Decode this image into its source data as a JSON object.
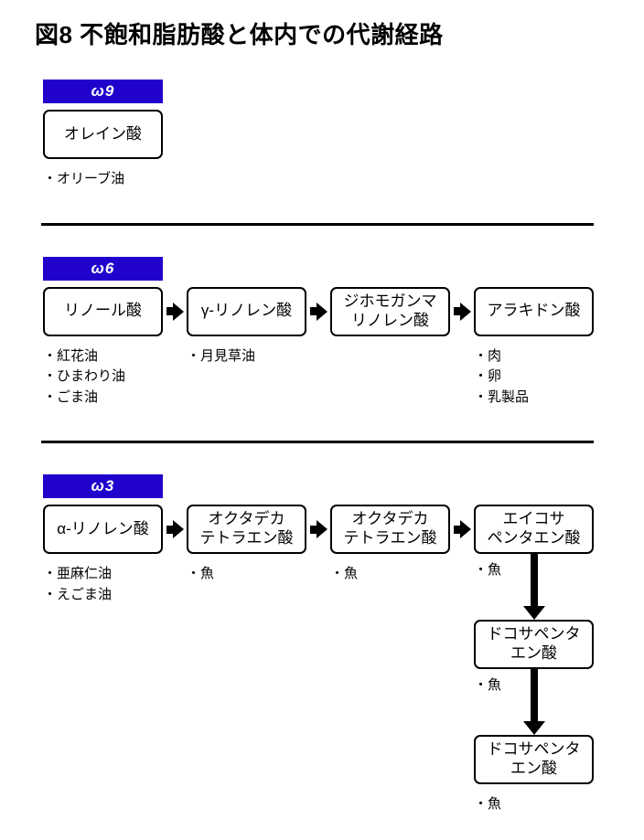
{
  "title": "図8 不飽和脂肪酸と体内での代謝経路",
  "colors": {
    "badge_background": "#2002CC",
    "badge_text": "#FFFFFF",
    "box_border": "#000000",
    "page_background": "#FFFFFF"
  },
  "icons": {
    "arrow_right": "▶",
    "arrow_down": "▼"
  },
  "sections": {
    "omega9": {
      "badge": "ω9",
      "boxes": [
        {
          "lines": [
            "オレイン酸"
          ],
          "sources": [
            "・オリーブ油"
          ]
        }
      ]
    },
    "omega6": {
      "badge": "ω6",
      "boxes": [
        {
          "lines": [
            "リノール酸"
          ],
          "sources": [
            "・紅花油",
            "・ひまわり油",
            "・ごま油"
          ]
        },
        {
          "lines": [
            "γ-リノレン酸"
          ],
          "sources": [
            "・月見草油"
          ]
        },
        {
          "lines": [
            "ジホモガンマ",
            "リノレン酸"
          ],
          "sources": []
        },
        {
          "lines": [
            "アラキドン酸"
          ],
          "sources": [
            "・肉",
            "・卵",
            "・乳製品"
          ]
        }
      ]
    },
    "omega3": {
      "badge": "ω3",
      "boxes": [
        {
          "lines": [
            "α-リノレン酸"
          ],
          "sources": [
            "・亜麻仁油",
            "・えごま油"
          ]
        },
        {
          "lines": [
            "オクタデカ",
            "テトラエン酸"
          ],
          "sources": [
            "・魚"
          ]
        },
        {
          "lines": [
            "オクタデカ",
            "テトラエン酸"
          ],
          "sources": [
            "・魚"
          ]
        },
        {
          "lines": [
            "エイコサ",
            "ペンタエン酸"
          ],
          "sources": [
            "・魚"
          ]
        }
      ],
      "chain": [
        {
          "lines": [
            "ドコサペンタ",
            "エン酸"
          ],
          "sources": [
            "・魚"
          ]
        },
        {
          "lines": [
            "ドコサペンタ",
            "エン酸"
          ],
          "sources": [
            "・魚"
          ]
        }
      ]
    }
  }
}
